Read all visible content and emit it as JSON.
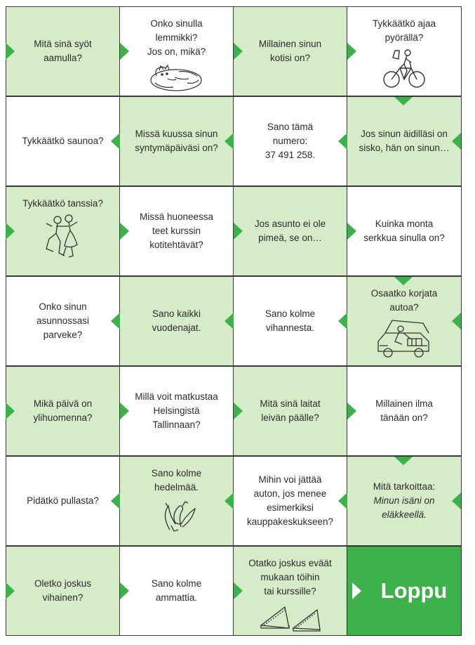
{
  "board": {
    "rows": [
      [
        {
          "text": "Mitä sinä syöt\naamulla?"
        },
        {
          "text": "Onko sinulla\nlemmikki?\nJos on, mikä?",
          "icon": "cat-icon"
        },
        {
          "text": "Millainen sinun\nkotisi on?"
        },
        {
          "text": "Tykkäätkö ajaa\npyörällä?",
          "icon": "cyclist-icon"
        }
      ],
      [
        {
          "text": "Tykkäätkö saunoa?"
        },
        {
          "text": "Missä kuussa sinun\nsyntymäpäiväsi on?"
        },
        {
          "text": "Sano tämä\nnumero:\n37 491 258."
        },
        {
          "text": "Jos sinun äidilläsi on\nsisko, hän on sinun…"
        }
      ],
      [
        {
          "text": "Tykkäätkö tanssia?",
          "icon": "dancers-icon"
        },
        {
          "text": "Missä huoneessa\nteet kurssin\nkotitehtävät?"
        },
        {
          "text": "Jos asunto ei ole\npimeä, se on…"
        },
        {
          "text": "Kuinka monta\nserkkua sinulla on?"
        }
      ],
      [
        {
          "text": "Onko sinun\nasunnossasi\nparveke?"
        },
        {
          "text": "Sano kaikki\nvuodenajat."
        },
        {
          "text": "Sano kolme\nvihannesta."
        },
        {
          "text": "Osaatko korjata\nautoa?",
          "icon": "car-repair-icon"
        }
      ],
      [
        {
          "text": "Mikä päivä on\nylihuomenna?"
        },
        {
          "text": "Millä voit matkustaa\nHelsingistä\nTallinnaan?"
        },
        {
          "text": "Mitä sinä laitat\nleivän päälle?"
        },
        {
          "text": "Millainen ilma\ntänään on?"
        }
      ],
      [
        {
          "text": "Pidätkö pullasta?"
        },
        {
          "text": "Sano kolme\nhedelmää.",
          "icon": "banana-icon"
        },
        {
          "text": "Mihin voi jättää\nauton, jos menee\nesimerkiksi\nkauppakeskukseen?"
        },
        {
          "text": "Mitä tarkoittaa:",
          "italic": "Minun isäni on\neläkkeellä."
        }
      ],
      [
        {
          "text": "Oletko joskus\nvihainen?"
        },
        {
          "text": "Sano kolme\nammattia."
        },
        {
          "text": "Otatko joskus eväät\nmukaan töihin\ntai kurssille?",
          "icon": "sandwich-icon"
        },
        {
          "final": "Loppu"
        }
      ]
    ]
  }
}
